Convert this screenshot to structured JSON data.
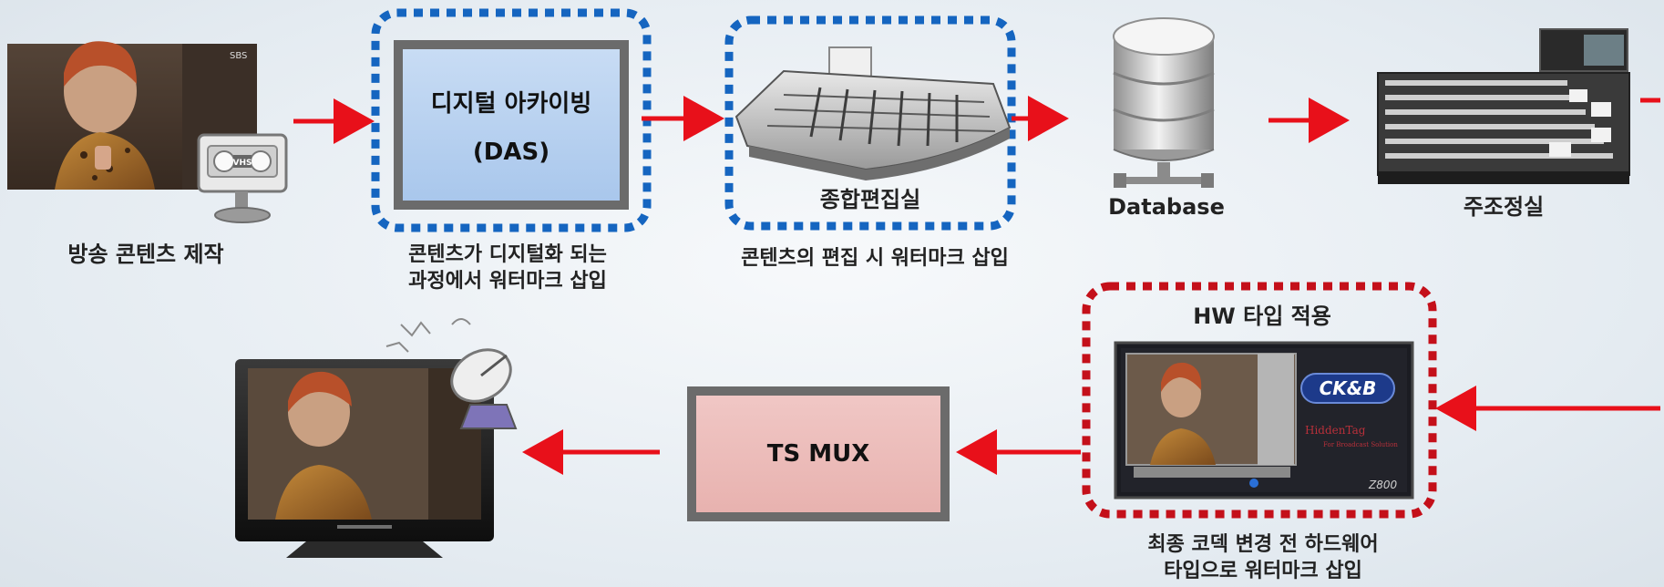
{
  "nodes": {
    "broadcast": {
      "label": "방송 콘텐츠 제작"
    },
    "das": {
      "line1": "디지털 아카이빙",
      "line2": "(DAS)",
      "caption_line1": "콘텐츠가 디지털화 되는",
      "caption_line2": "과정에서 워터마크 삽입"
    },
    "editing": {
      "label": "종합편집실",
      "caption": "콘텐츠의 편집 시 워터마크 삽입"
    },
    "database": {
      "label": "Database"
    },
    "master_control": {
      "label": "주조정실"
    },
    "hw": {
      "title": "HW 타입 적용",
      "brand": "CK&B",
      "product": "HiddenTag",
      "product_sub": "For Broadcast Solution",
      "model": "Z800",
      "caption_line1": "최종 코덱 변경 전 하드웨어",
      "caption_line2": "타입으로 워터마크 삽입"
    },
    "ts_mux": {
      "label": "TS MUX"
    },
    "vhs": {
      "label": "VHS"
    },
    "sbs_logo": {
      "label": "SBS"
    }
  },
  "colors": {
    "arrow": "#e8101a",
    "blue_dash": "#1565c0",
    "red_dash": "#c4101a",
    "box_border": "#6b6b6b"
  },
  "icons": [
    "vhs-tape-icon",
    "mixing-console-icon",
    "database-icon",
    "broadcast-switcher-icon",
    "satellite-dish-icon",
    "tv-monitor-icon"
  ]
}
